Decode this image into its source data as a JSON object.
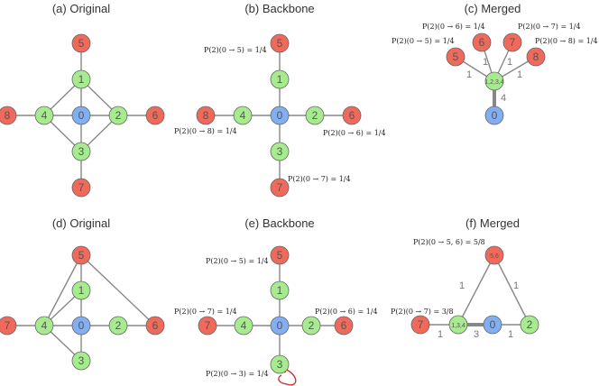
{
  "colors": {
    "green": "#a6ec8f",
    "red": "#f06a5c",
    "blue": "#82aef2",
    "stroke": "#666666",
    "loop": "#d0312d"
  },
  "panels": {
    "a": {
      "title": "(a) Original"
    },
    "b": {
      "title": "(b) Backbone",
      "ann_p5": "P(2)(0 → 5) = 1/4",
      "ann_p8": "P(2)(0 → 8) = 1/4",
      "ann_p6": "P(2)(0 → 6) = 1/4",
      "ann_p7": "P(2)(0 → 7) = 1/4"
    },
    "c": {
      "title": "(c) Merged",
      "ann_p6": "P(2)(0 → 6) = 1/4",
      "ann_p7": "P(2)(0 → 7) = 1/4",
      "ann_p5": "P(2)(0 → 5) = 1/4",
      "ann_p8": "P(2)(0 → 8) = 1/4",
      "merged_node": "1,2,3,4",
      "edge_weights": [
        "1",
        "1",
        "1",
        "1",
        "4"
      ]
    },
    "d": {
      "title": "(d) Original"
    },
    "e": {
      "title": "(e) Backbone",
      "ann_p5": "P(2)(0 → 5) = 1/4",
      "ann_p7": "P(2)(0 → 7) = 1/4",
      "ann_p6": "P(2)(0 → 6) = 1/4",
      "ann_p3": "P(2)(0 → 3) = 1/4"
    },
    "f": {
      "title": "(f) Merged",
      "ann_p56": "P(2)(0 → 5, 6) = 5/8",
      "ann_p7": "P(2)(0 → 7) = 3/8",
      "node_56": "5,6",
      "node_134": "1,3,4",
      "edge_weights": [
        "1",
        "1",
        "1",
        "3",
        "1"
      ]
    }
  },
  "node_labels": [
    "0",
    "1",
    "2",
    "3",
    "4",
    "5",
    "6",
    "7",
    "8"
  ]
}
